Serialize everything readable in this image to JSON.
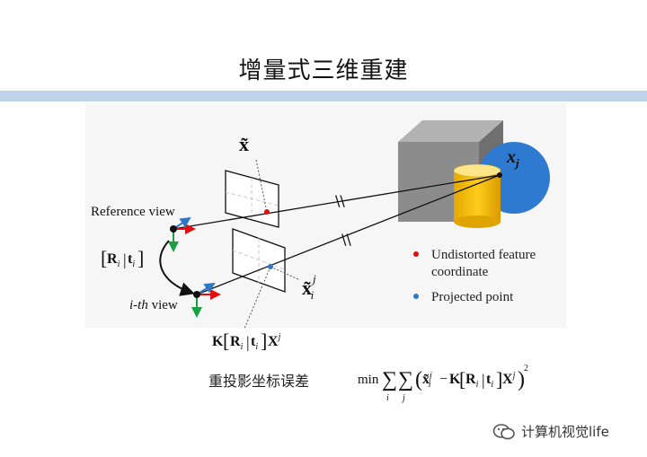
{
  "page": {
    "title": "增量式三维重建",
    "caption_cn": "重投影坐标误差",
    "watermark": "计算机视觉life"
  },
  "diagram": {
    "labels": {
      "reference_view": "Reference view",
      "ith_prefix": "i-th",
      "ith_suffix": " view",
      "x_tilde": "x̃",
      "xj": "x",
      "xj_sub": "j",
      "xij": "x̃",
      "xij_sup": "j",
      "xij_sub": "i",
      "proj_K": "K",
      "proj_R": "R",
      "proj_i1": "i",
      "proj_t": "t",
      "proj_i2": "i",
      "proj_X": "X",
      "proj_j": "j",
      "Rt_R": "R",
      "Rt_i1": "i",
      "Rt_t": "t",
      "Rt_i2": "i",
      "skip": "\\\\"
    },
    "legend": [
      {
        "label": "Undistorted feature",
        "label2": "coordinate",
        "color": "#e01010"
      },
      {
        "label": "Projected point",
        "label2": "",
        "color": "#2f78c8"
      }
    ],
    "formula": {
      "min": "min",
      "sum": "∑",
      "sub_i": "i",
      "sub_j": "j",
      "x": "x̃",
      "x_sup": "j",
      "x_sub": "i",
      "minus": "−",
      "K": "K",
      "R": "R",
      "R_sub": "i",
      "t": "t",
      "t_sub": "i",
      "X": "X",
      "X_sup": "j",
      "square": "2"
    }
  }
}
